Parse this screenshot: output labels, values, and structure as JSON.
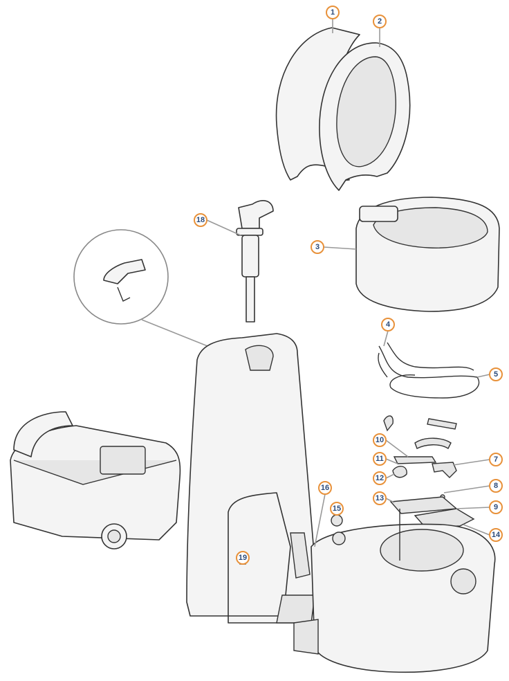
{
  "colors": {
    "callout_ring": "#e8913a",
    "callout_number": "#2a4a7a"
  },
  "callouts": [
    {
      "label": "1",
      "part": "seat-lid"
    },
    {
      "label": "2",
      "part": "seat-ring"
    },
    {
      "label": "3",
      "part": "bowl-top"
    },
    {
      "label": "4",
      "part": "flush-hose-connector"
    },
    {
      "label": "5",
      "part": "flush-hose"
    },
    {
      "label": "7",
      "part": "blade-bracket"
    },
    {
      "label": "8",
      "part": "pin"
    },
    {
      "label": "9",
      "part": "washer"
    },
    {
      "label": "10",
      "part": "lever"
    },
    {
      "label": "11",
      "part": "clip"
    },
    {
      "label": "12",
      "part": "spring"
    },
    {
      "label": "13",
      "part": "blade-plate"
    },
    {
      "label": "14",
      "part": "seal-plate"
    },
    {
      "label": "15",
      "part": "grommet"
    },
    {
      "label": "16",
      "part": "latch-mechanism"
    },
    {
      "label": "18",
      "part": "flush-pump"
    },
    {
      "label": "19",
      "part": "screw"
    }
  ]
}
